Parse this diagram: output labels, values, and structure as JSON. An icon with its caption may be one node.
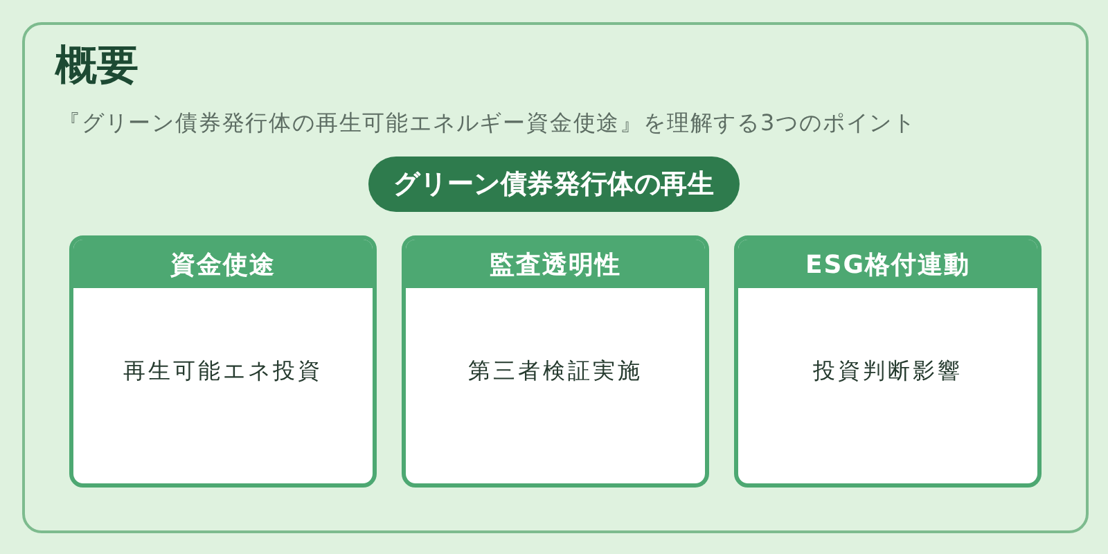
{
  "diagram": {
    "nodes": [
      {
        "text": [
          "概要",
          "『グリーン債券発行体の再生可能エネルギー資金使途』を理解する3つのポイント"
        ]
      },
      {
        "text": [
          "グリーン債券発行体の再生"
        ],
        "in": 0
      },
      {
        "text": [
          "資金使途",
          "再生可能エネ投資"
        ],
        "in": 0
      },
      {
        "text": [
          "監査透明性",
          "第三者検証実施"
        ],
        "in": 0
      },
      {
        "text": [
          "ESG格付連動",
          "投資判断影響"
        ],
        "in": 0
      }
    ]
  }
}
